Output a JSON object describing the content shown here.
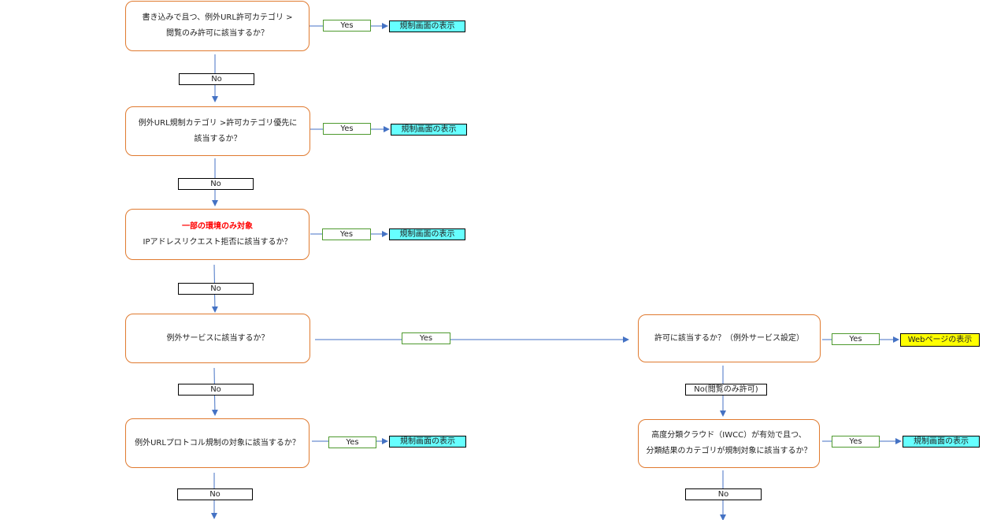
{
  "nodes": {
    "q1": {
      "line1": "書き込みで且つ、例外URL許可カテゴリ >",
      "line2": "閲覧のみ許可に該当するか？"
    },
    "q2": {
      "line1": "例外URL規制カテゴリ >許可カテゴリ優先に",
      "line2": "該当するか？"
    },
    "q3": {
      "note": "一部の環境のみ対象",
      "line1": "IPアドレスリクエスト拒否に該当するか？"
    },
    "q4": {
      "line1": "例外サービスに該当するか？"
    },
    "q5": {
      "line1": "例外URLプロトコル規制の対象に該当するか？"
    },
    "q6": {
      "line1": "許可に該当するか？（例外サービス設定）"
    },
    "q7": {
      "line1": "高度分類クラウド（IWCC）が有効で且つ、",
      "line2": "分類結果のカテゴリが規制対象に該当するか？"
    }
  },
  "labels": {
    "yes": "Yes",
    "no": "No",
    "no_view_only": "No(閲覧のみ許可)"
  },
  "results": {
    "deny": "規制画面の表示",
    "allow": "Webページの表示"
  },
  "colors": {
    "node_border": "#e07a2f",
    "yes_border": "#4e9a2e",
    "arrow": "#4472c4",
    "deny_fill": "#66ffff",
    "allow_fill": "#ffff00",
    "note_text": "#ff0000"
  }
}
